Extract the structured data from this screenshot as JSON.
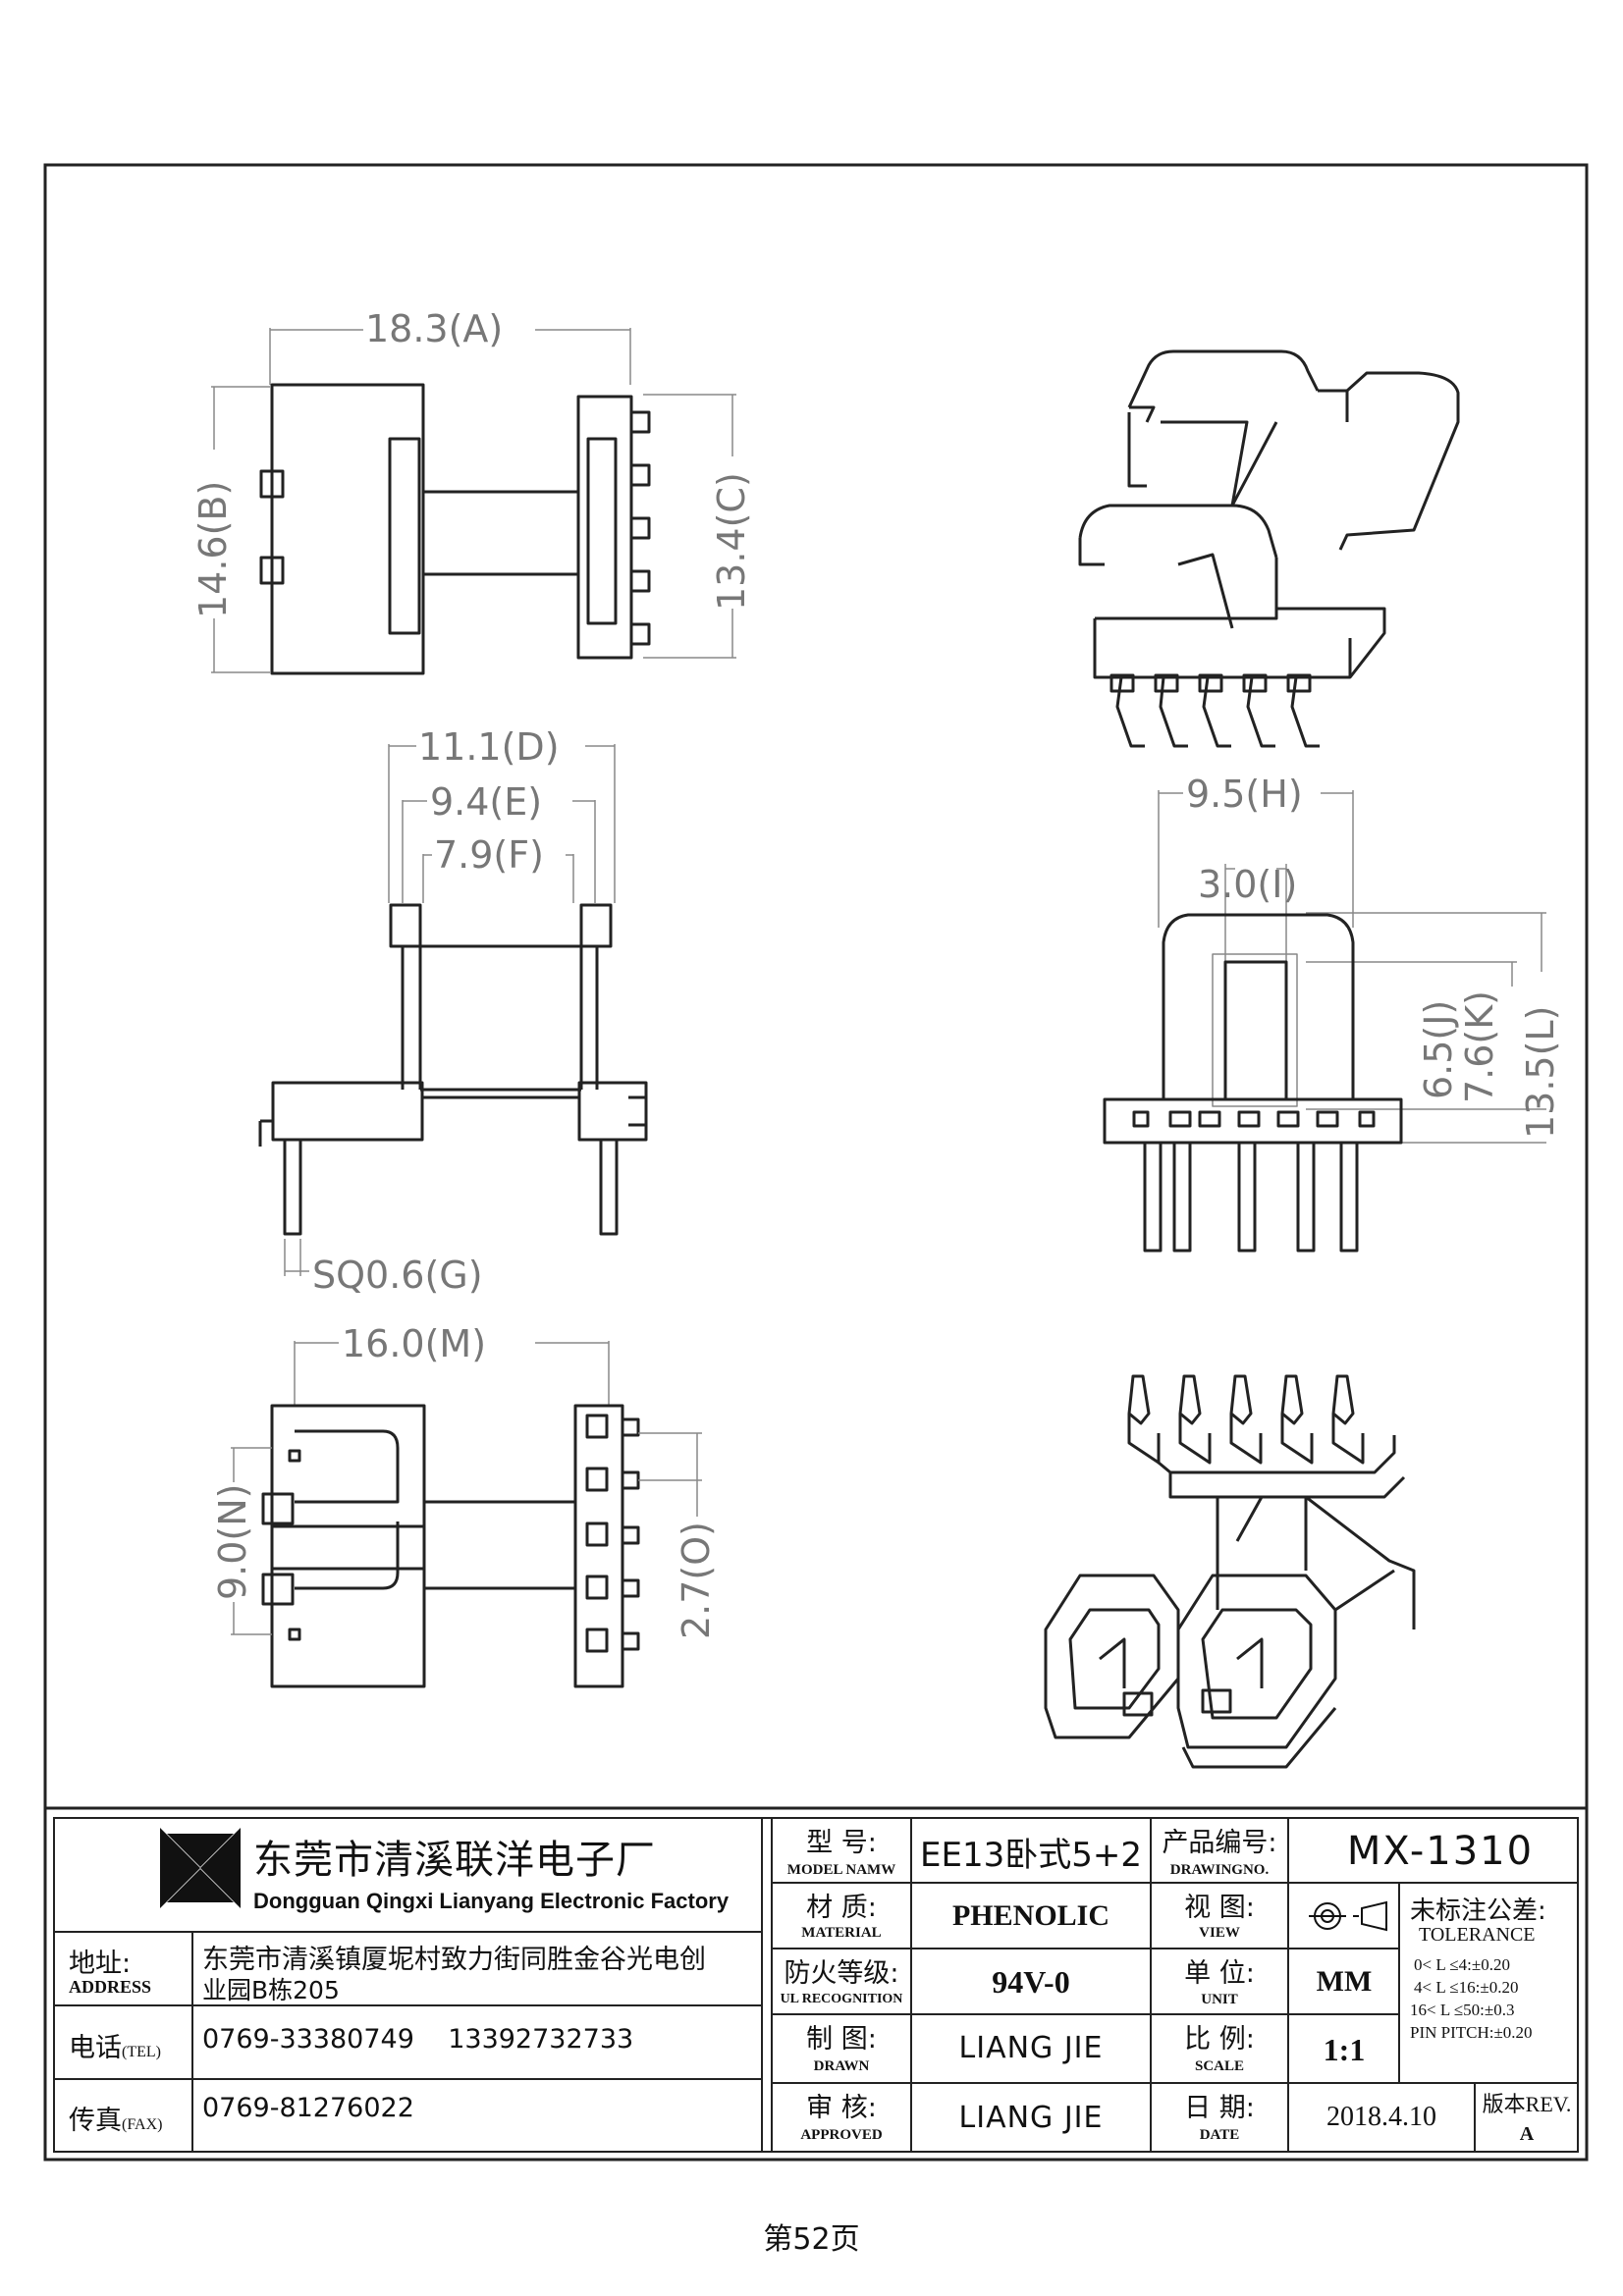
{
  "dimensions": {
    "a": "18.3(A)",
    "b": "14.6(B)",
    "c": "13.4(C)",
    "d": "11.1(D)",
    "e": "9.4(E)",
    "f": "7.9(F)",
    "g": "SQ0.6(G)",
    "h": "9.5(H)",
    "i": "3.0(I)",
    "j": "6.5(J)",
    "k": "7.6(K)",
    "l": "13.5(L)",
    "m": "16.0(M)",
    "n": "9.0(N)",
    "o": "2.7(O)"
  },
  "company": {
    "name_zh": "东莞市清溪联洋电子厂",
    "name_en": "Dongguan Qingxi Lianyang Electronic Factory",
    "address_label_zh": "地址:",
    "address_label_en": "ADDRESS",
    "address_line1": "东莞市清溪镇厦坭村致力街同胜金谷光电创",
    "address_line2": "业园B栋205",
    "tel_label_zh": "电话",
    "tel_label_en": "(TEL)",
    "tel": "0769-33380749    13392732733",
    "fax_label_zh": "传真",
    "fax_label_en": "(FAX)",
    "fax": "0769-81276022"
  },
  "titleblock": {
    "model_label_zh": "型 号:",
    "model_label_en": "MODEL NAMW",
    "model_value": "EE13卧式5+2",
    "drawing_no_label_zh": "产品编号:",
    "drawing_no_label_en": "DRAWINGNO.",
    "drawing_no_value": "MX-1310",
    "material_label_zh": "材 质:",
    "material_label_en": "MATERIAL",
    "material_value": "PHENOLIC",
    "view_label_zh": "视 图:",
    "view_label_en": "VIEW",
    "ul_label_zh": "防火等级:",
    "ul_label_en": "UL RECOGNITION",
    "ul_value": "94V-0",
    "unit_label_zh": "单 位:",
    "unit_label_en": "UNIT",
    "unit_value": "MM",
    "drawn_label_zh": "制 图:",
    "drawn_label_en": "DRAWN",
    "drawn_value": "LIANG JIE",
    "scale_label_zh": "比 例:",
    "scale_label_en": "SCALE",
    "scale_value": "1:1",
    "approved_label_zh": "审 核:",
    "approved_label_en": "APPROVED",
    "approved_value": "LIANG JIE",
    "date_label_zh": "日 期:",
    "date_label_en": "DATE",
    "date_value": "2018.4.10",
    "rev_label": "版本REV.",
    "rev_value": "A",
    "tolerance_title_zh": "未标注公差:",
    "tolerance_title_en": "TOLERANCE",
    "tolerance_lines": [
      "0< L ≤4:±0.20",
      "4< L ≤16:±0.20",
      "16< L ≤50:±0.3",
      "PIN PITCH:±0.20"
    ]
  },
  "footer": {
    "page": "第52页"
  }
}
